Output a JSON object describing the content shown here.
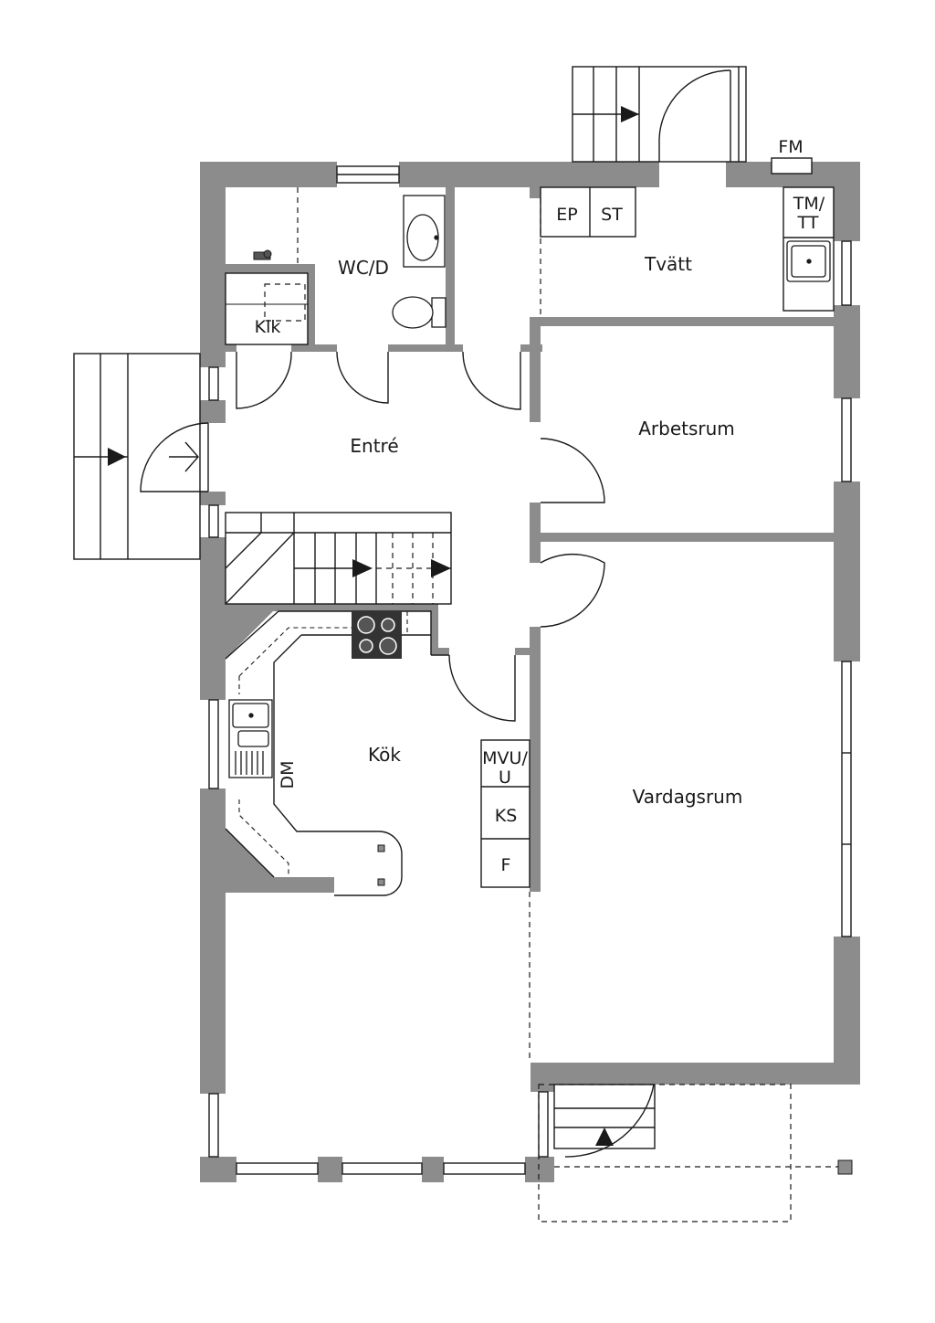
{
  "colors": {
    "wall": "#8c8c8c",
    "line": "#1a1a1a",
    "background": "#ffffff"
  },
  "rooms": {
    "wc": "WC/D",
    "klk": "Klk",
    "tvatt": "Tvätt",
    "entre": "Entré",
    "arbetsrum": "Arbetsrum",
    "kok": "Kök",
    "vardagsrum": "Vardagsrum"
  },
  "fixtures": {
    "fm": "FM",
    "ep": "EP",
    "st": "ST",
    "tm_line1": "TM/",
    "tm_line2": "TT",
    "mvu_line1": "MVU/",
    "mvu_line2": "U",
    "ks": "KS",
    "f": "F",
    "dm": "DM"
  },
  "icons": [
    "entry-arrow-icon",
    "stair-direction-icon",
    "stove-icon",
    "sink-icon",
    "toilet-icon",
    "washbasin-icon"
  ]
}
